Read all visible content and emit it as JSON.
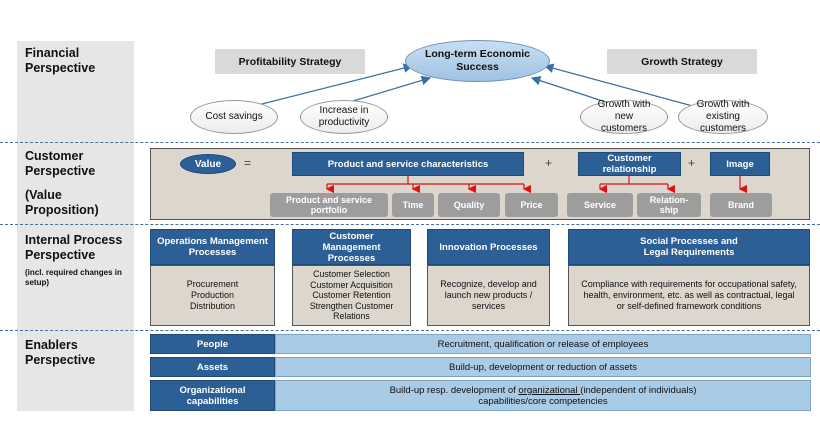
{
  "perspectives": {
    "financial": "Financial Perspective",
    "customer": "Customer Perspective",
    "value_prop": "(Value Proposition)",
    "internal": "Internal Process Perspective",
    "internal_sub": "(incl. required changes in setup)",
    "enablers": "Enablers Perspective"
  },
  "financial": {
    "profitability": "Profitability Strategy",
    "growth": "Growth Strategy",
    "goal": "Long-term Economic Success",
    "ovals": [
      "Cost savings",
      "Increase in productivity",
      "Growth with new customers",
      "Growth with existing customers"
    ]
  },
  "customer": {
    "value": "Value",
    "equals": "=",
    "plus": "+",
    "product": "Product and service characteristics",
    "relationship": "Customer relationship",
    "image": "Image",
    "product_items": [
      "Product and service portfolio",
      "Time",
      "Quality",
      "Price"
    ],
    "relationship_items": [
      "Service",
      "Relation-ship"
    ],
    "image_items": [
      "Brand"
    ]
  },
  "internal": [
    {
      "title": "Operations Management Processes",
      "body": "Procurement\nProduction\nDistribution"
    },
    {
      "title": "Customer Management Processes",
      "body": "Customer Selection\nCustomer Acquisition\nCustomer Retention\nStrengthen Customer Relations"
    },
    {
      "title": "Innovation Processes",
      "body": "Recognize, develop and launch new products / services"
    },
    {
      "title": "Social Processes and Legal Requirements",
      "body": "Compliance with requirements for occupational safety, health, environment, etc. as well as contractual, legal or self-defined framework conditions"
    }
  ],
  "enablers": [
    {
      "label": "People",
      "text": "Recruitment, qualification or release of employees"
    },
    {
      "label": "Assets",
      "text": "Build-up, development or reduction of assets"
    },
    {
      "label": "Organizational capabilities",
      "text_pre": "Build-up resp. development of ",
      "text_u": "organizational ",
      "text_post": "(independent of individuals) capabilities/core competencies"
    }
  ],
  "colors": {
    "dark_blue": "#2c5f96",
    "light_blue": "#a9cbe6",
    "beige": "#dcd6cd",
    "gray": "#9d9d9d",
    "arrow_red": "#e01010",
    "arrow_blue": "#3a6ea5"
  }
}
